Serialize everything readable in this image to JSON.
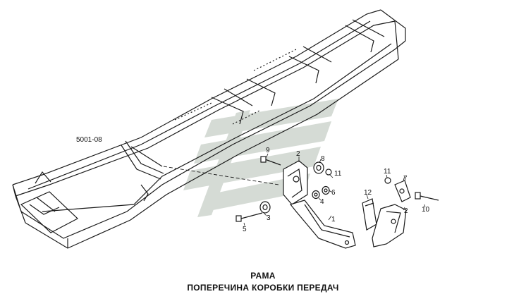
{
  "diagram": {
    "title": "РАМА",
    "subtitle": "ПОПЕРЕЧИНА КОРОБКИ ПЕРЕДАЧ",
    "reference_code": "5001-08",
    "part_labels": [
      "1",
      "2",
      "3",
      "4",
      "5",
      "6",
      "7",
      "8",
      "9",
      "10",
      "11",
      "2",
      "11",
      "12"
    ],
    "colors": {
      "line": "#1a1a1a",
      "watermark": "#c8d0c8"
    }
  }
}
